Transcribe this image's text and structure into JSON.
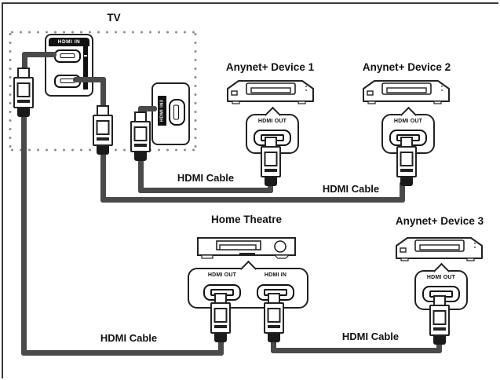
{
  "tv": {
    "title": "TV",
    "hdmi_in_header": "HDMI IN",
    "hdmi_in3_label": "HDMI IN3"
  },
  "anynet_device_1": {
    "title": "Anynet+ Device 1",
    "port_label": "HDMI OUT"
  },
  "anynet_device_2": {
    "title": "Anynet+ Device 2",
    "port_label": "HDMI OUT"
  },
  "anynet_device_3": {
    "title": "Anynet+ Device 3",
    "port_label": "HDMI OUT"
  },
  "home_theatre": {
    "title": "Home Theatre",
    "hdmi_out_label": "HDMI OUT",
    "hdmi_in_label": "HDMI IN"
  },
  "cable_labels": {
    "tv_to_anynet1": "HDMI Cable",
    "tv_to_anynet2": "HDMI Cable",
    "tv_to_home_theatre": "HDMI Cable",
    "home_theatre_to_anynet3": "HDMI Cable"
  },
  "colors": {
    "line": "#222222",
    "cable": "#4a4a4a",
    "dots": "#8d8d8d",
    "label_bg": "#111111",
    "background": "#ffffff"
  }
}
